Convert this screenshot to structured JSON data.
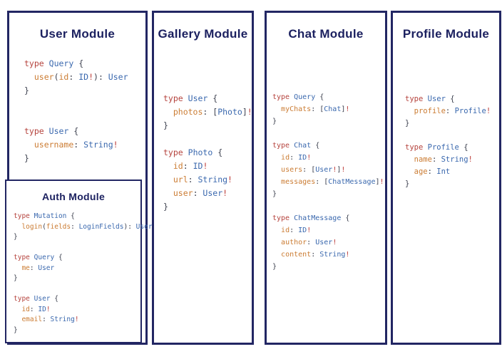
{
  "colors": {
    "border": "#222663",
    "title": "#1c2160",
    "keyword": "#b5433d",
    "type": "#3a68ae",
    "field": "#cb7c33",
    "punct": "#3d414f",
    "bang": "#bd3d39"
  },
  "modules": {
    "user": {
      "title": "User Module",
      "code": [
        [
          [
            "k",
            "type"
          ],
          [
            "p",
            " "
          ],
          [
            "t",
            "Query"
          ],
          [
            "p",
            " {"
          ]
        ],
        [
          [
            "p",
            "  "
          ],
          [
            "f",
            "user"
          ],
          [
            "p",
            "("
          ],
          [
            "f",
            "id"
          ],
          [
            "p",
            ": "
          ],
          [
            "t",
            "ID"
          ],
          [
            "b",
            "!"
          ],
          [
            "p",
            "): "
          ],
          [
            "t",
            "User"
          ]
        ],
        [
          [
            "p",
            "}"
          ]
        ],
        [],
        [],
        [
          [
            "k",
            "type"
          ],
          [
            "p",
            " "
          ],
          [
            "t",
            "User"
          ],
          [
            "p",
            " {"
          ]
        ],
        [
          [
            "p",
            "  "
          ],
          [
            "f",
            "username"
          ],
          [
            "p",
            ": "
          ],
          [
            "t",
            "String"
          ],
          [
            "b",
            "!"
          ]
        ],
        [
          [
            "p",
            "}"
          ]
        ]
      ]
    },
    "auth": {
      "title": "Auth Module",
      "code": [
        [
          [
            "k",
            "type"
          ],
          [
            "p",
            " "
          ],
          [
            "t",
            "Mutation"
          ],
          [
            "p",
            " {"
          ]
        ],
        [
          [
            "p",
            "  "
          ],
          [
            "f",
            "login"
          ],
          [
            "p",
            "("
          ],
          [
            "f",
            "fields"
          ],
          [
            "p",
            ": "
          ],
          [
            "t",
            "LoginFields"
          ],
          [
            "p",
            "): "
          ],
          [
            "t",
            "User"
          ]
        ],
        [
          [
            "p",
            "}"
          ]
        ],
        [],
        [
          [
            "k",
            "type"
          ],
          [
            "p",
            " "
          ],
          [
            "t",
            "Query"
          ],
          [
            "p",
            " {"
          ]
        ],
        [
          [
            "p",
            "  "
          ],
          [
            "f",
            "me"
          ],
          [
            "p",
            ": "
          ],
          [
            "t",
            "User"
          ]
        ],
        [
          [
            "p",
            "}"
          ]
        ],
        [],
        [
          [
            "k",
            "type"
          ],
          [
            "p",
            " "
          ],
          [
            "t",
            "User"
          ],
          [
            "p",
            " {"
          ]
        ],
        [
          [
            "p",
            "  "
          ],
          [
            "f",
            "id"
          ],
          [
            "p",
            ": "
          ],
          [
            "t",
            "ID"
          ],
          [
            "b",
            "!"
          ]
        ],
        [
          [
            "p",
            "  "
          ],
          [
            "f",
            "email"
          ],
          [
            "p",
            ": "
          ],
          [
            "t",
            "String"
          ],
          [
            "b",
            "!"
          ]
        ],
        [
          [
            "p",
            "}"
          ]
        ]
      ]
    },
    "gallery": {
      "title": "Gallery Module",
      "code": [
        [
          [
            "k",
            "type"
          ],
          [
            "p",
            " "
          ],
          [
            "t",
            "User"
          ],
          [
            "p",
            " {"
          ]
        ],
        [
          [
            "p",
            "  "
          ],
          [
            "f",
            "photos"
          ],
          [
            "p",
            ": ["
          ],
          [
            "t",
            "Photo"
          ],
          [
            "p",
            "]"
          ],
          [
            "b",
            "!"
          ]
        ],
        [
          [
            "p",
            "}"
          ]
        ],
        [],
        [
          [
            "k",
            "type"
          ],
          [
            "p",
            " "
          ],
          [
            "t",
            "Photo"
          ],
          [
            "p",
            " {"
          ]
        ],
        [
          [
            "p",
            "  "
          ],
          [
            "f",
            "id"
          ],
          [
            "p",
            ": "
          ],
          [
            "t",
            "ID"
          ],
          [
            "b",
            "!"
          ]
        ],
        [
          [
            "p",
            "  "
          ],
          [
            "f",
            "url"
          ],
          [
            "p",
            ": "
          ],
          [
            "t",
            "String"
          ],
          [
            "b",
            "!"
          ]
        ],
        [
          [
            "p",
            "  "
          ],
          [
            "f",
            "user"
          ],
          [
            "p",
            ": "
          ],
          [
            "t",
            "User"
          ],
          [
            "b",
            "!"
          ]
        ],
        [
          [
            "p",
            "}"
          ]
        ]
      ]
    },
    "chat": {
      "title": "Chat Module",
      "code": [
        [
          [
            "k",
            "type"
          ],
          [
            "p",
            " "
          ],
          [
            "t",
            "Query"
          ],
          [
            "p",
            " {"
          ]
        ],
        [
          [
            "p",
            "  "
          ],
          [
            "f",
            "myChats"
          ],
          [
            "p",
            ": ["
          ],
          [
            "t",
            "Chat"
          ],
          [
            "p",
            "]"
          ],
          [
            "b",
            "!"
          ]
        ],
        [
          [
            "p",
            "}"
          ]
        ],
        [],
        [
          [
            "k",
            "type"
          ],
          [
            "p",
            " "
          ],
          [
            "t",
            "Chat"
          ],
          [
            "p",
            " {"
          ]
        ],
        [
          [
            "p",
            "  "
          ],
          [
            "f",
            "id"
          ],
          [
            "p",
            ": "
          ],
          [
            "t",
            "ID"
          ],
          [
            "b",
            "!"
          ]
        ],
        [
          [
            "p",
            "  "
          ],
          [
            "f",
            "users"
          ],
          [
            "p",
            ": ["
          ],
          [
            "t",
            "User"
          ],
          [
            "b",
            "!"
          ],
          [
            "p",
            "]"
          ],
          [
            "b",
            "!"
          ]
        ],
        [
          [
            "p",
            "  "
          ],
          [
            "f",
            "messages"
          ],
          [
            "p",
            ": ["
          ],
          [
            "t",
            "ChatMessage"
          ],
          [
            "p",
            "]"
          ],
          [
            "b",
            "!"
          ]
        ],
        [
          [
            "p",
            "}"
          ]
        ],
        [],
        [
          [
            "k",
            "type"
          ],
          [
            "p",
            " "
          ],
          [
            "t",
            "ChatMessage"
          ],
          [
            "p",
            " {"
          ]
        ],
        [
          [
            "p",
            "  "
          ],
          [
            "f",
            "id"
          ],
          [
            "p",
            ": "
          ],
          [
            "t",
            "ID"
          ],
          [
            "b",
            "!"
          ]
        ],
        [
          [
            "p",
            "  "
          ],
          [
            "f",
            "author"
          ],
          [
            "p",
            ": "
          ],
          [
            "t",
            "User"
          ],
          [
            "b",
            "!"
          ]
        ],
        [
          [
            "p",
            "  "
          ],
          [
            "f",
            "content"
          ],
          [
            "p",
            ": "
          ],
          [
            "t",
            "String"
          ],
          [
            "b",
            "!"
          ]
        ],
        [
          [
            "p",
            "}"
          ]
        ]
      ]
    },
    "profile": {
      "title": "Profile Module",
      "code": [
        [
          [
            "k",
            "type"
          ],
          [
            "p",
            " "
          ],
          [
            "t",
            "User"
          ],
          [
            "p",
            " {"
          ]
        ],
        [
          [
            "p",
            "  "
          ],
          [
            "f",
            "profile"
          ],
          [
            "p",
            ": "
          ],
          [
            "t",
            "Profile"
          ],
          [
            "b",
            "!"
          ]
        ],
        [
          [
            "p",
            "}"
          ]
        ],
        [],
        [
          [
            "k",
            "type"
          ],
          [
            "p",
            " "
          ],
          [
            "t",
            "Profile"
          ],
          [
            "p",
            " {"
          ]
        ],
        [
          [
            "p",
            "  "
          ],
          [
            "f",
            "name"
          ],
          [
            "p",
            ": "
          ],
          [
            "t",
            "String"
          ],
          [
            "b",
            "!"
          ]
        ],
        [
          [
            "p",
            "  "
          ],
          [
            "f",
            "age"
          ],
          [
            "p",
            ": "
          ],
          [
            "t",
            "Int"
          ]
        ],
        [
          [
            "p",
            "}"
          ]
        ]
      ]
    }
  }
}
